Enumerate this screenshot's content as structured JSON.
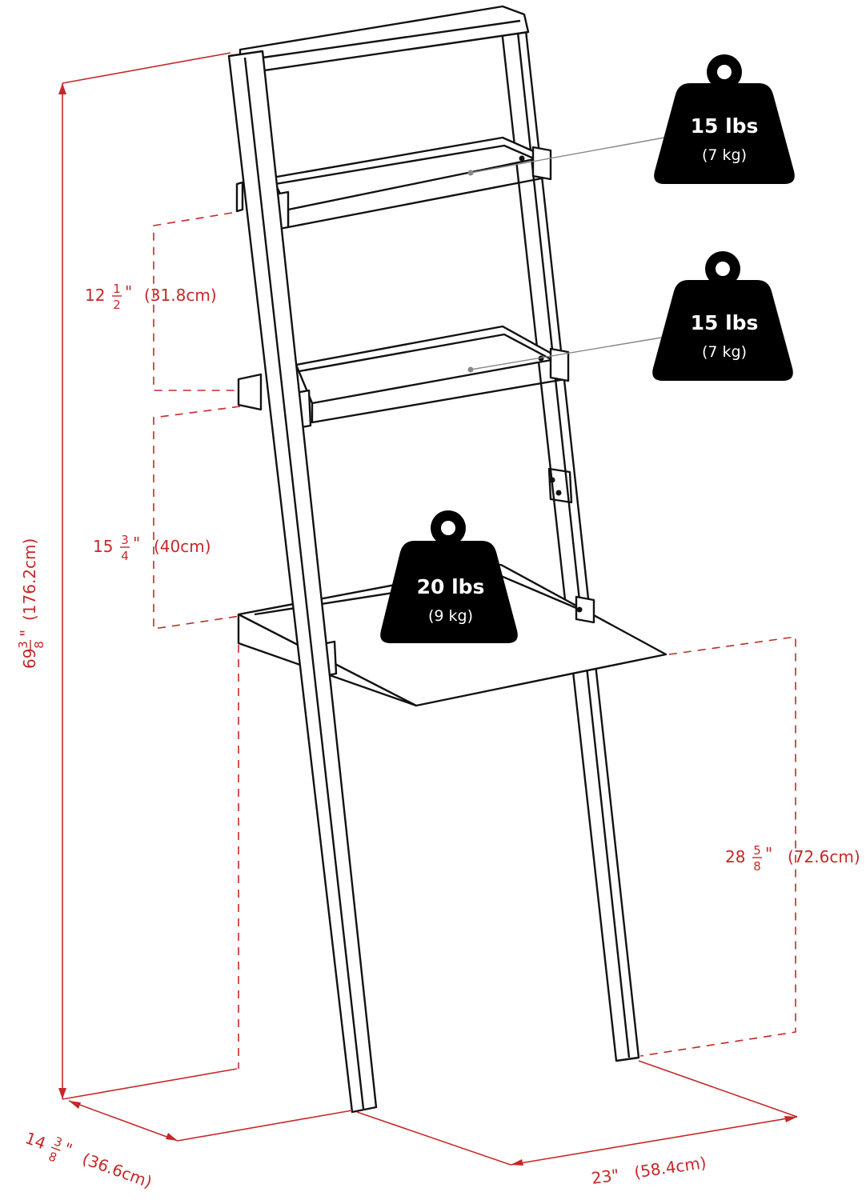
{
  "dimensions": {
    "overall_height": {
      "whole": "69",
      "num": "3",
      "den": "8",
      "metric": "(176.2cm)"
    },
    "shelf_gap_top": {
      "whole": "12",
      "num": "1",
      "den": "2",
      "metric": "(31.8cm)"
    },
    "shelf_gap_mid": {
      "whole": "15",
      "num": "3",
      "den": "4",
      "metric": "(40cm)"
    },
    "desk_height": {
      "whole": "28",
      "num": "5",
      "den": "8",
      "metric": "(72.6cm)"
    },
    "depth": {
      "whole": "14",
      "num": "3",
      "den": "8",
      "metric": "(36.6cm)"
    },
    "width": {
      "whole": "23\"",
      "metric": "(58.4cm)"
    }
  },
  "weights": {
    "top_shelf": {
      "imperial": "15 lbs",
      "metric": "(7 kg)"
    },
    "middle_shelf": {
      "imperial": "15 lbs",
      "metric": "(7 kg)"
    },
    "desk": {
      "imperial": "20 lbs",
      "metric": "(9 kg)"
    }
  },
  "colors": {
    "dimension": "#c62828",
    "outline": "#111111",
    "weight_badge": "#000000"
  }
}
